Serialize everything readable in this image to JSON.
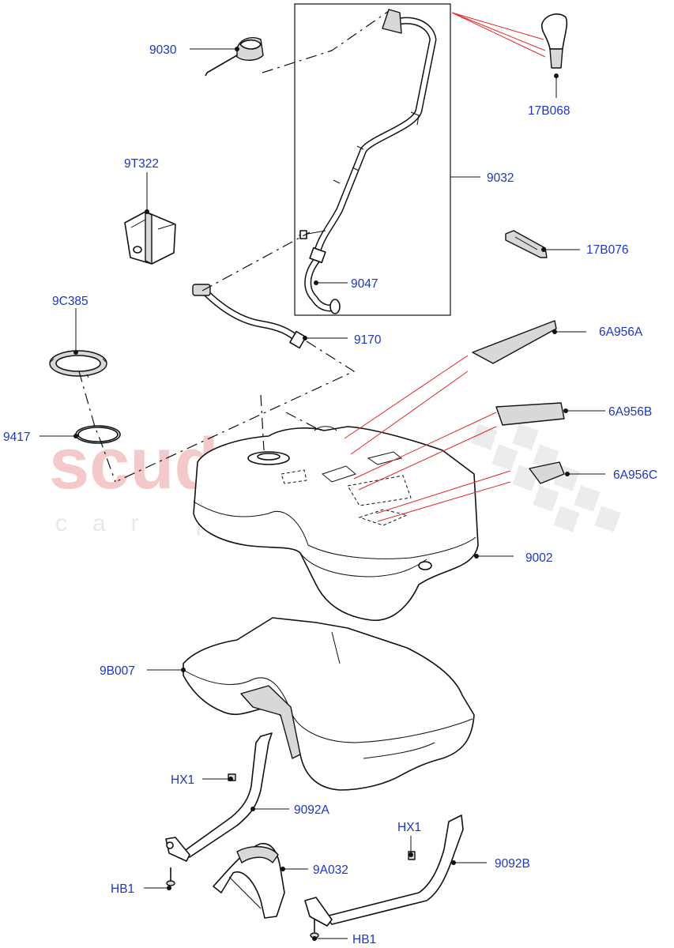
{
  "watermark": {
    "line1": "scuderia",
    "line2": "car parts"
  },
  "labels": {
    "p9030": "9030",
    "p17B068": "17B068",
    "p9T322": "9T322",
    "p9032": "9032",
    "p17B076": "17B076",
    "p9C385": "9C385",
    "p9047": "9047",
    "p9170": "9170",
    "p6A956A": "6A956A",
    "p9417": "9417",
    "p6A956B": "6A956B",
    "p6A956C": "6A956C",
    "p9002": "9002",
    "p9B007": "9B007",
    "pHX1a": "HX1",
    "p9092A": "9092A",
    "pHX1b": "HX1",
    "p9092B": "9092B",
    "p9A032": "9A032",
    "pHB1a": "HB1",
    "pHB1b": "HB1"
  },
  "colors": {
    "label": "#1b36c9",
    "callout_red": "#e32626",
    "watermark": "#f3c9c9"
  }
}
